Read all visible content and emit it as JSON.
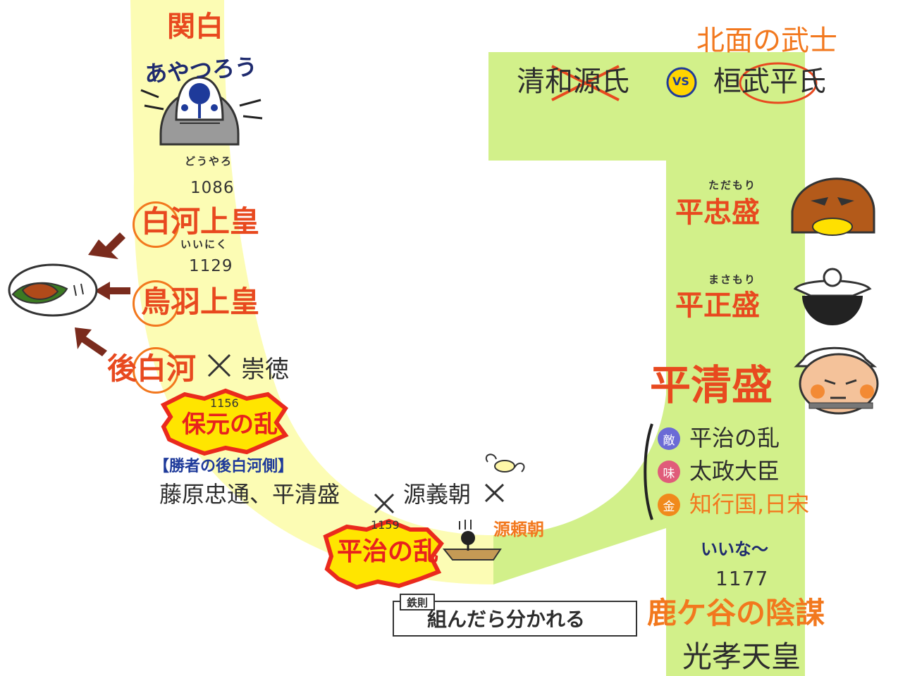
{
  "kanpaku": {
    "title": "関白",
    "yell": "あやつろう"
  },
  "hokumen": {
    "title": "北面の武士",
    "seiwa": "清和源氏",
    "vs": "VS",
    "kanmu": "桓武平氏"
  },
  "insei": {
    "year1": "1086",
    "ruby1": "どうやろ",
    "shirakawa": "白河上皇",
    "year2": "1129",
    "ruby2": "いいにく",
    "toba": "鳥羽上皇",
    "goshirakawa": "後白河",
    "sutoku": "崇徳"
  },
  "hogen": {
    "year": "1156",
    "name": "保元の乱",
    "winners_label": "【勝者の後白河側】",
    "winners": "藤原忠通、平清盛",
    "yoshitomo": "源義朝"
  },
  "heiji": {
    "year": "1159",
    "name": "平治の乱",
    "yoritomo": "源頼朝"
  },
  "taira": {
    "tadamori_ruby": "ただもり",
    "tadamori": "平忠盛",
    "masamori_ruby": "まさもり",
    "masamori": "平正盛",
    "kiyomori": "平清盛",
    "points": [
      {
        "badge": "敵",
        "text": "平治の乱",
        "color": "#6b6bd6"
      },
      {
        "badge": "味",
        "text": "太政大臣",
        "color": "#e05c7a"
      },
      {
        "badge": "金",
        "text": "知行国,日宋",
        "color": "#f08a1c"
      }
    ]
  },
  "shishigatani": {
    "ruby": "いいな〜",
    "year": "1177",
    "name": "鹿ケ谷の陰謀",
    "emperor": "光孝天皇"
  },
  "rule": {
    "tag": "鉄則",
    "text": "組んだら分かれる"
  },
  "colors": {
    "yellow_band": "#fcfcb4",
    "green_band": "#d2f08a",
    "accent_red": "#e8491f",
    "accent_orange": "#f2781e"
  }
}
